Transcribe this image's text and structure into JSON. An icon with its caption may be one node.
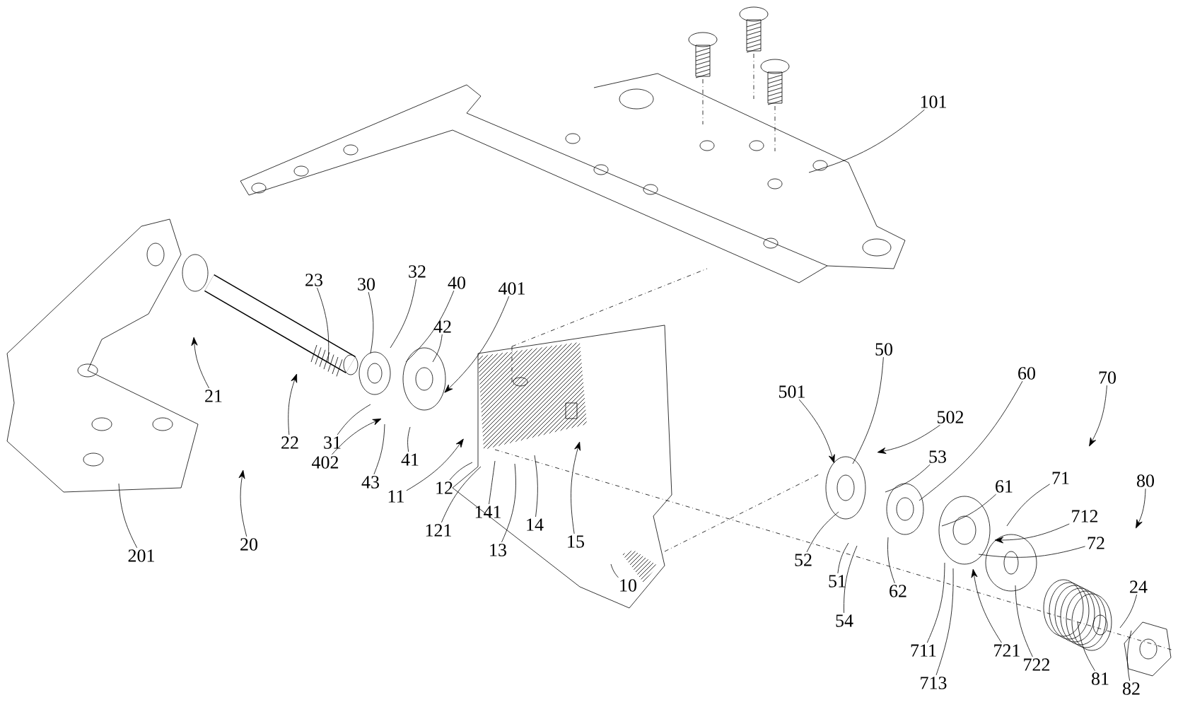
{
  "diagram": {
    "nodes": [
      {
        "text": [
          "101"
        ]
      },
      {
        "text": [
          "23"
        ]
      },
      {
        "text": [
          "30"
        ]
      },
      {
        "text": [
          "32"
        ]
      },
      {
        "text": [
          "40"
        ]
      },
      {
        "text": [
          "401"
        ]
      },
      {
        "text": [
          "42"
        ]
      },
      {
        "text": [
          "21"
        ]
      },
      {
        "text": [
          "22"
        ]
      },
      {
        "text": [
          "31"
        ]
      },
      {
        "text": [
          "402"
        ]
      },
      {
        "text": [
          "43"
        ]
      },
      {
        "text": [
          "41"
        ]
      },
      {
        "text": [
          "11"
        ]
      },
      {
        "text": [
          "12"
        ]
      },
      {
        "text": [
          "121"
        ]
      },
      {
        "text": [
          "141"
        ]
      },
      {
        "text": [
          "14"
        ]
      },
      {
        "text": [
          "13"
        ]
      },
      {
        "text": [
          "15"
        ]
      },
      {
        "text": [
          "10"
        ]
      },
      {
        "text": [
          "201"
        ]
      },
      {
        "text": [
          "20"
        ]
      },
      {
        "text": [
          "501"
        ]
      },
      {
        "text": [
          "50"
        ]
      },
      {
        "text": [
          "502"
        ]
      },
      {
        "text": [
          "53"
        ]
      },
      {
        "text": [
          "60"
        ]
      },
      {
        "text": [
          "70"
        ]
      },
      {
        "text": [
          "71"
        ]
      },
      {
        "text": [
          "61"
        ]
      },
      {
        "text": [
          "712"
        ]
      },
      {
        "text": [
          "72"
        ]
      },
      {
        "text": [
          "80"
        ]
      },
      {
        "text": [
          "52"
        ]
      },
      {
        "text": [
          "51"
        ]
      },
      {
        "text": [
          "54"
        ]
      },
      {
        "text": [
          "62"
        ]
      },
      {
        "text": [
          "711"
        ]
      },
      {
        "text": [
          "713"
        ]
      },
      {
        "text": [
          "721"
        ]
      },
      {
        "text": [
          "722"
        ]
      },
      {
        "text": [
          "81"
        ]
      },
      {
        "text": [
          "82"
        ]
      },
      {
        "text": [
          "24"
        ]
      }
    ],
    "edges": [
      {
        "from": 0,
        "to": null,
        "arrow": "none"
      },
      {
        "from": 1,
        "to": null,
        "arrow": "none"
      },
      {
        "from": 2,
        "to": null,
        "arrow": "none"
      },
      {
        "from": 3,
        "to": null,
        "arrow": "none"
      },
      {
        "from": 4,
        "to": null,
        "arrow": "none"
      },
      {
        "from": 5,
        "to": null,
        "arrow": "to"
      },
      {
        "from": 6,
        "to": null,
        "arrow": "none"
      },
      {
        "from": 7,
        "to": null,
        "arrow": "to"
      },
      {
        "from": 8,
        "to": null,
        "arrow": "to"
      },
      {
        "from": 9,
        "to": null,
        "arrow": "none"
      },
      {
        "from": 10,
        "to": null,
        "arrow": "to"
      },
      {
        "from": 11,
        "to": null,
        "arrow": "none"
      },
      {
        "from": 12,
        "to": null,
        "arrow": "none"
      },
      {
        "from": 13,
        "to": null,
        "arrow": "to"
      },
      {
        "from": 14,
        "to": null,
        "arrow": "none"
      },
      {
        "from": 15,
        "to": null,
        "arrow": "none"
      },
      {
        "from": 16,
        "to": null,
        "arrow": "none"
      },
      {
        "from": 17,
        "to": null,
        "arrow": "none"
      },
      {
        "from": 18,
        "to": null,
        "arrow": "none"
      },
      {
        "from": 19,
        "to": null,
        "arrow": "to"
      },
      {
        "from": 20,
        "to": null,
        "arrow": "none"
      },
      {
        "from": 21,
        "to": null,
        "arrow": "none"
      },
      {
        "from": 22,
        "to": null,
        "arrow": "to"
      },
      {
        "from": 23,
        "to": null,
        "arrow": "to"
      },
      {
        "from": 24,
        "to": null,
        "arrow": "none"
      },
      {
        "from": 25,
        "to": null,
        "arrow": "to"
      },
      {
        "from": 26,
        "to": null,
        "arrow": "none"
      },
      {
        "from": 27,
        "to": null,
        "arrow": "none"
      },
      {
        "from": 28,
        "to": null,
        "arrow": "to"
      },
      {
        "from": 29,
        "to": null,
        "arrow": "none"
      },
      {
        "from": 30,
        "to": null,
        "arrow": "none"
      },
      {
        "from": 31,
        "to": null,
        "arrow": "to"
      },
      {
        "from": 32,
        "to": null,
        "arrow": "none"
      },
      {
        "from": 33,
        "to": null,
        "arrow": "to"
      },
      {
        "from": 34,
        "to": null,
        "arrow": "none"
      },
      {
        "from": 35,
        "to": null,
        "arrow": "none"
      },
      {
        "from": 36,
        "to": null,
        "arrow": "none"
      },
      {
        "from": 37,
        "to": null,
        "arrow": "none"
      },
      {
        "from": 38,
        "to": null,
        "arrow": "none"
      },
      {
        "from": 39,
        "to": null,
        "arrow": "none"
      },
      {
        "from": 40,
        "to": null,
        "arrow": "to"
      },
      {
        "from": 41,
        "to": null,
        "arrow": "none"
      },
      {
        "from": 42,
        "to": null,
        "arrow": "none"
      },
      {
        "from": 43,
        "to": null,
        "arrow": "none"
      },
      {
        "from": 44,
        "to": null,
        "arrow": "none"
      }
    ]
  }
}
